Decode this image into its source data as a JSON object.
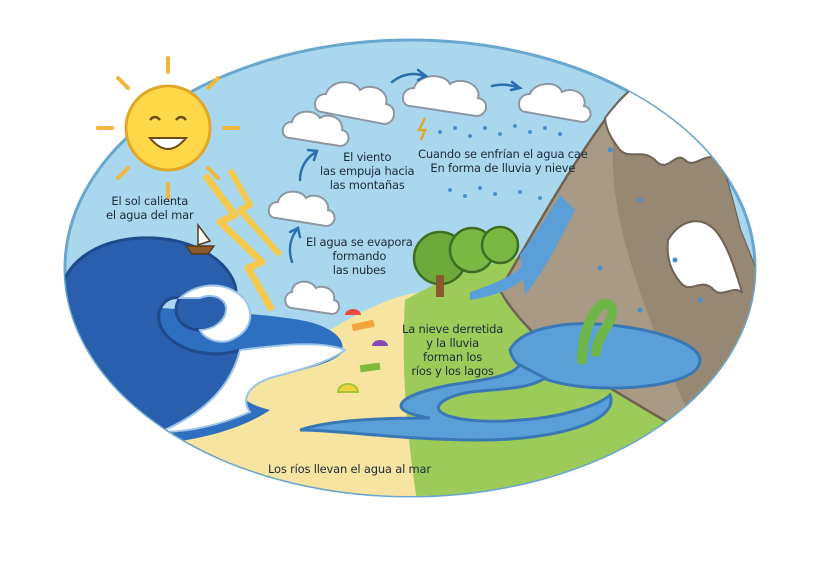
{
  "labels": {
    "sun": [
      "El sol calienta",
      "el agua del mar"
    ],
    "evaporation": [
      "El agua se evapora",
      "formando",
      "las nubes"
    ],
    "wind": [
      "El viento",
      "las empuja hacia",
      "las montañas"
    ],
    "rain": [
      "Cuando se enfrían el agua cae",
      "En forma de lluvia y nieve"
    ],
    "snowmelt": [
      "La nieve derretida",
      "y la lluvia",
      "forman los",
      "ríos y los lagos"
    ],
    "rivers": [
      "Los ríos llevan el agua al mar"
    ]
  },
  "colors": {
    "sky": "#a9d8ee",
    "sun": "#ffd84a",
    "sea": "#2f6fc0",
    "sand": "#f7e4a0",
    "grass": "#9ccb5a",
    "mountain": "#a89a84",
    "snow": "#ffffff",
    "river": "#5b9fd9",
    "serpent": "#6fb64a"
  }
}
